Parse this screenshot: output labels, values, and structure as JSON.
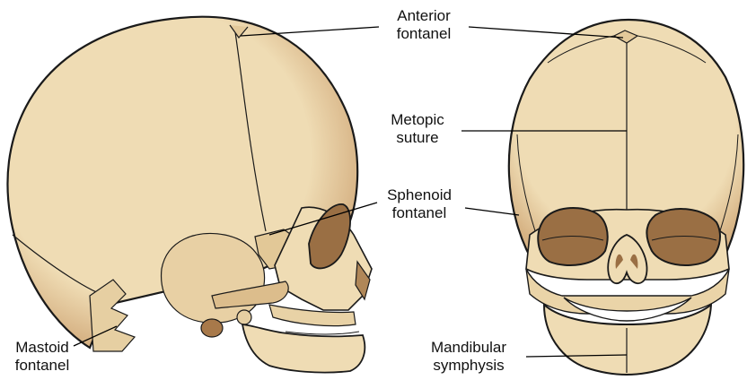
{
  "labels": {
    "anterior": [
      "Anterior",
      "fontanel"
    ],
    "metopic": [
      "Metopic",
      "suture"
    ],
    "sphenoid": [
      "Sphenoid",
      "fontanel"
    ],
    "mastoid": [
      "Mastoid",
      "fontanel"
    ],
    "mandibular": [
      "Mandibular",
      "symphysis"
    ]
  },
  "colors": {
    "bone": "#efdcb4",
    "bone_shade": "#cca574",
    "cavity": "#9a6f44",
    "outline": "#1a1a1a",
    "leader": "#000000"
  }
}
